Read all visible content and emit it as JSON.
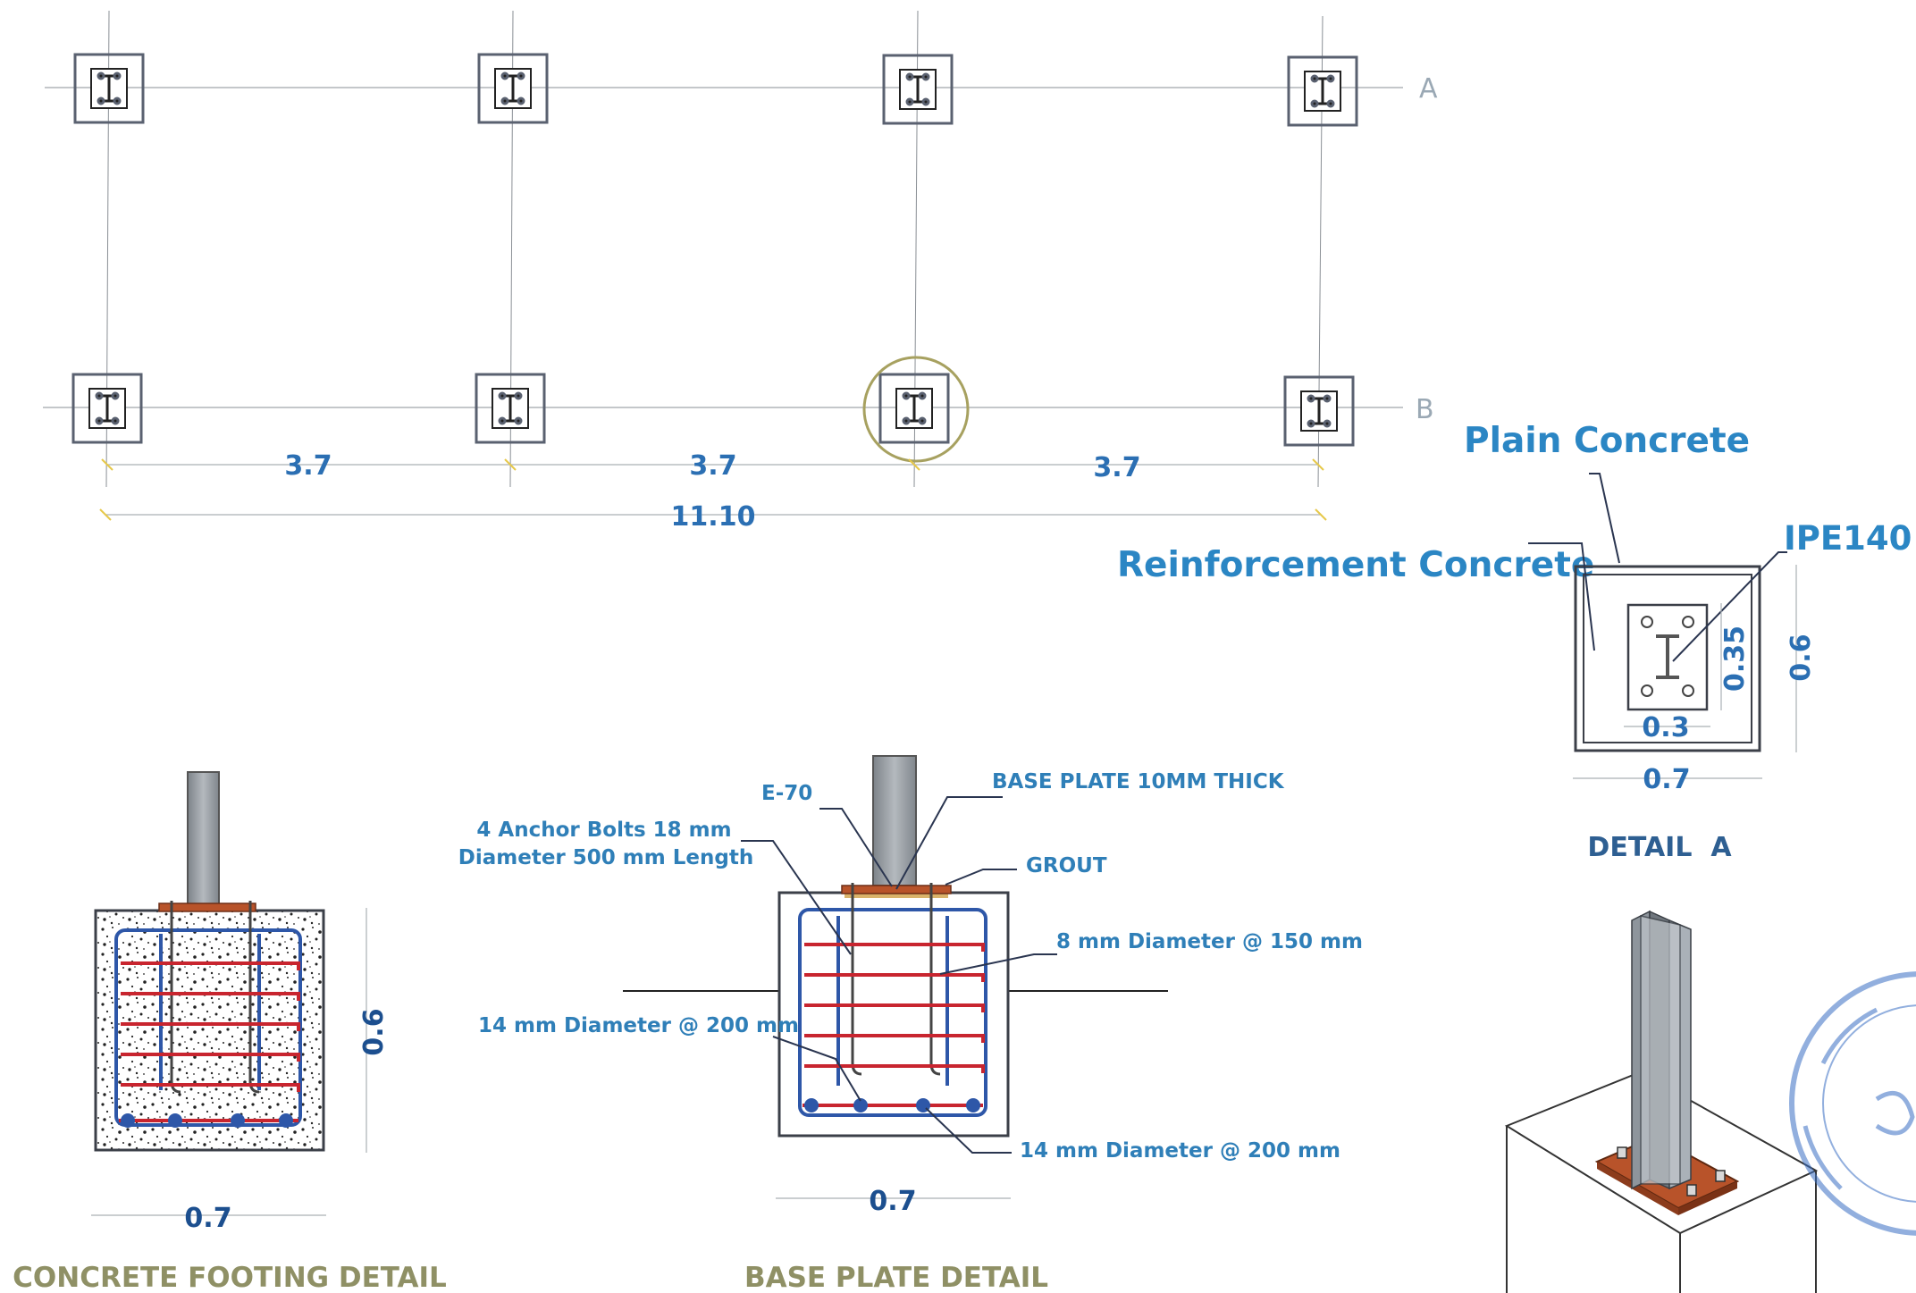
{
  "plan": {
    "grid_labels": {
      "a": "A",
      "b": "B"
    },
    "spans": [
      "3.7",
      "3.7",
      "3.7"
    ],
    "total": "11.10"
  },
  "detail_a": {
    "plain_concrete": "Plain Concrete",
    "reinforcement_concrete": "Reinforcement Concrete",
    "section": "IPE140",
    "plate_height": "0.35",
    "plate_width": "0.3",
    "footing_height": "0.6",
    "footing_width": "0.7",
    "title": "DETAIL  A"
  },
  "footing_detail": {
    "height": "0.6",
    "width": "0.7",
    "title": "CONCRETE FOOTING DETAIL"
  },
  "base_plate_detail": {
    "weld": "E-70",
    "base_plate": "BASE PLATE 10MM THICK",
    "grout": "GROUT",
    "anchor_line1": "4 Anchor Bolts 18 mm",
    "anchor_line2": "Diameter 500 mm Length",
    "stirrups": "8 mm Diameter @ 150 mm",
    "bars_left": "14 mm Diameter @ 200 mm",
    "bars_bottom": "14 mm Diameter @ 200 mm",
    "width": "0.7",
    "title": "BASE PLATE DETAIL"
  },
  "colors": {
    "rebar_red": "#c8252f",
    "rebar_blue": "#2e57a8",
    "column_grey": "#9ea3a8",
    "plate_orange": "#b8532a",
    "label_blue": "#2b86c4",
    "dim_blue": "#1c4f8f",
    "title_olive": "#8f9065"
  }
}
